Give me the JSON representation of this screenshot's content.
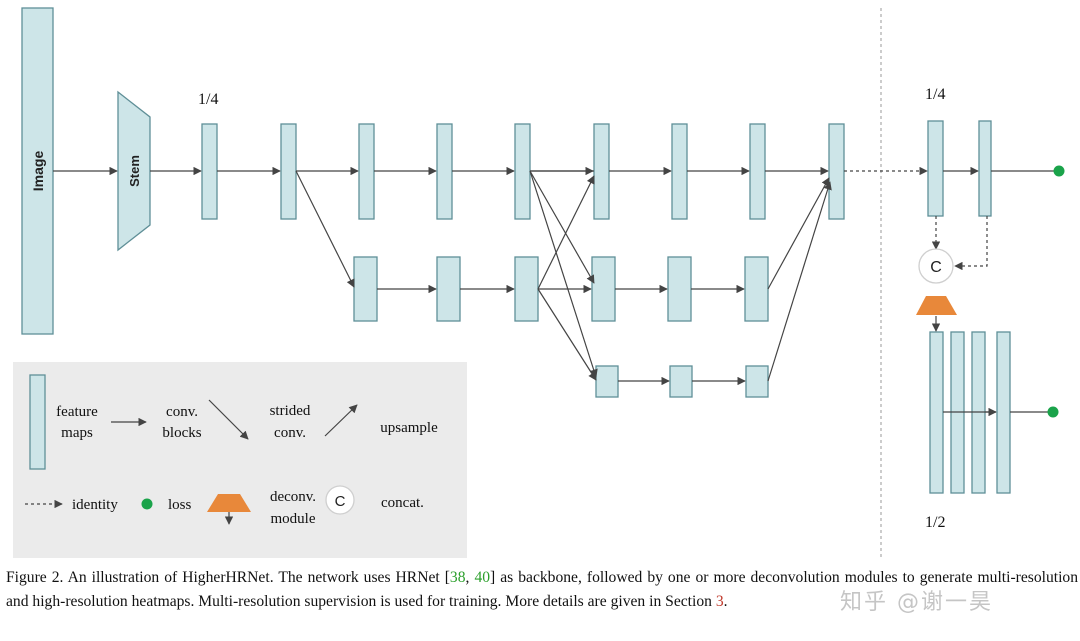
{
  "diagram": {
    "image_label": "Image",
    "stem_label": "Stem",
    "backbone_res": "1/4",
    "head_res_top": "1/4",
    "head_res_bottom": "1/2",
    "concat_symbol": "C",
    "colors": {
      "feature_fill": "#cde5e8",
      "feature_stroke": "#5f8f97",
      "arrow": "#444444",
      "deconv": "#e8883a",
      "loss": "#1aa34a",
      "legend_bg": "#ebebeb",
      "citation": "#2ca02c",
      "section_ref": "#c0392b"
    }
  },
  "legend": {
    "feature_maps": [
      "feature",
      "maps"
    ],
    "conv_blocks": [
      "conv.",
      "blocks"
    ],
    "strided_conv": [
      "strided",
      "conv."
    ],
    "upsample": "upsample",
    "identity": "identity",
    "loss": "loss",
    "deconv_module": [
      "deconv.",
      "module"
    ],
    "concat": "concat."
  },
  "caption": {
    "p1": "Figure 2. An illustration of HigherHRNet.  The network uses HRNet [",
    "ref1": "38",
    "sep": ", ",
    "ref2": "40",
    "p2": "] as backbone, followed by one or more deconvolution modules to generate multi-resolution and high-resolution heatmaps.  Multi-resolution supervision is used for training.  More details are given in Section ",
    "ref3": "3",
    "p3": "."
  },
  "watermark": "知乎 @谢一昊"
}
